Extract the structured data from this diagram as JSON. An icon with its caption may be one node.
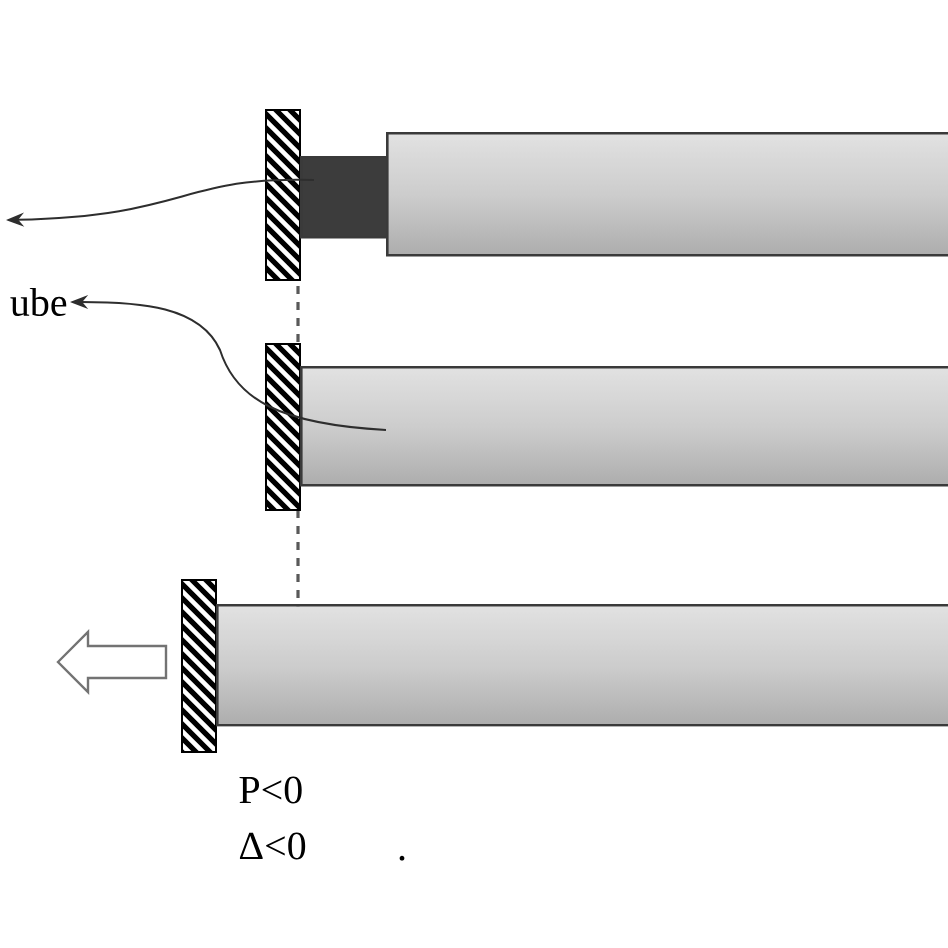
{
  "diagram": {
    "nodes": [
      {
        "text": [],
        "shape": "box"
      },
      {
        "text": [],
        "shape": "bar"
      },
      {
        "text": [
          "ube"
        ]
      },
      {
        "text": [],
        "shape": "bar"
      },
      {
        "text": [],
        "shape": "bar"
      }
    ],
    "edges": [
      {
        "from": 0,
        "to": null,
        "arrow": "to"
      },
      {
        "from": 3,
        "to": 2,
        "arrow": "to"
      }
    ],
    "labels": [
      "P<0",
      "Δ<0",
      "."
    ]
  }
}
